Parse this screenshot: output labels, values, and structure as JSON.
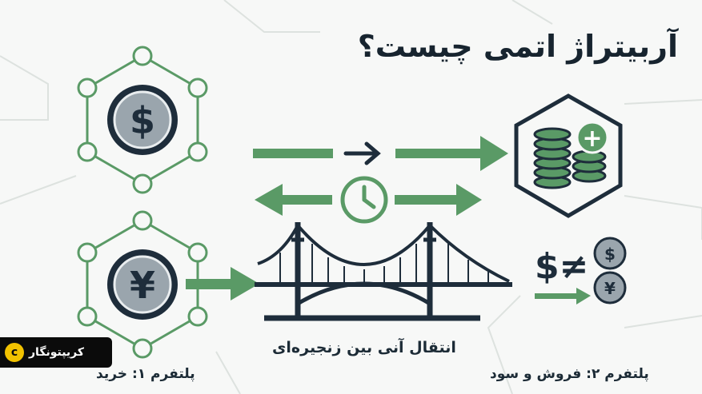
{
  "title": "آربیتراژ اتمی چیست؟",
  "bridge_label": "انتقال آنی بین زنجیره‌ای",
  "platform_buy_label": "پلتفرم ۱: خرید",
  "platform_sell_label": "پلتفرم ۲: فروش و سود",
  "watermark": {
    "text": "کریپتونگار",
    "mark": "c"
  },
  "icons": {
    "dollar_coin": "dollar-coin-icon",
    "yen_coin": "yen-coin-icon",
    "coin_stack": "coin-stack-plus-icon",
    "clock": "clock-icon",
    "bridge": "suspension-bridge-icon",
    "not_equal": "dollar-not-equal-icon"
  },
  "symbols": {
    "dollar": "$",
    "yen": "¥",
    "neq": "$≠",
    "plus": "+"
  },
  "colors": {
    "green": "#5a9a66",
    "navy": "#1e2d3b",
    "coin": "#9aa5ad",
    "bg": "#f7f8f7"
  }
}
